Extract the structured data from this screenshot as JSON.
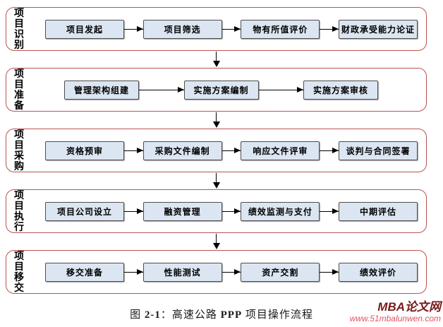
{
  "stages": [
    {
      "label": "项目识别",
      "boxes": [
        "项目发起",
        "项目筛选",
        "物有所值评价",
        "财政承受能力论证"
      ]
    },
    {
      "label": "项目准备",
      "boxes": [
        "管理架构组建",
        "实施方案编制",
        "实施方案审核"
      ]
    },
    {
      "label": "项目采购",
      "boxes": [
        "资格预审",
        "采购文件编制",
        "响应文件评审",
        "谈判与合同签署"
      ]
    },
    {
      "label": "项目执行",
      "boxes": [
        "项目公司设立",
        "融资管理",
        "绩效监测与支付",
        "中期评估"
      ]
    },
    {
      "label": "项目移交",
      "boxes": [
        "移交准备",
        "性能测试",
        "资产交割",
        "绩效评价"
      ]
    }
  ],
  "caption": {
    "figure_prefix": "图 ",
    "figure_number": "2-1",
    "separator": "：",
    "title_pre": "高速公路 ",
    "title_bold": "PPP",
    "title_post": " 项目操作流程"
  },
  "watermark": {
    "site_name": "MBA论文网",
    "site_url": "www.51mbalunwen.com"
  },
  "colors": {
    "stage_border": "#b85450",
    "node_fill": "#dce6f2",
    "node_border": "#4d4d4d",
    "arrow": "#000000",
    "watermark_name": "#7a1a1a",
    "watermark_url": "#e05566"
  }
}
